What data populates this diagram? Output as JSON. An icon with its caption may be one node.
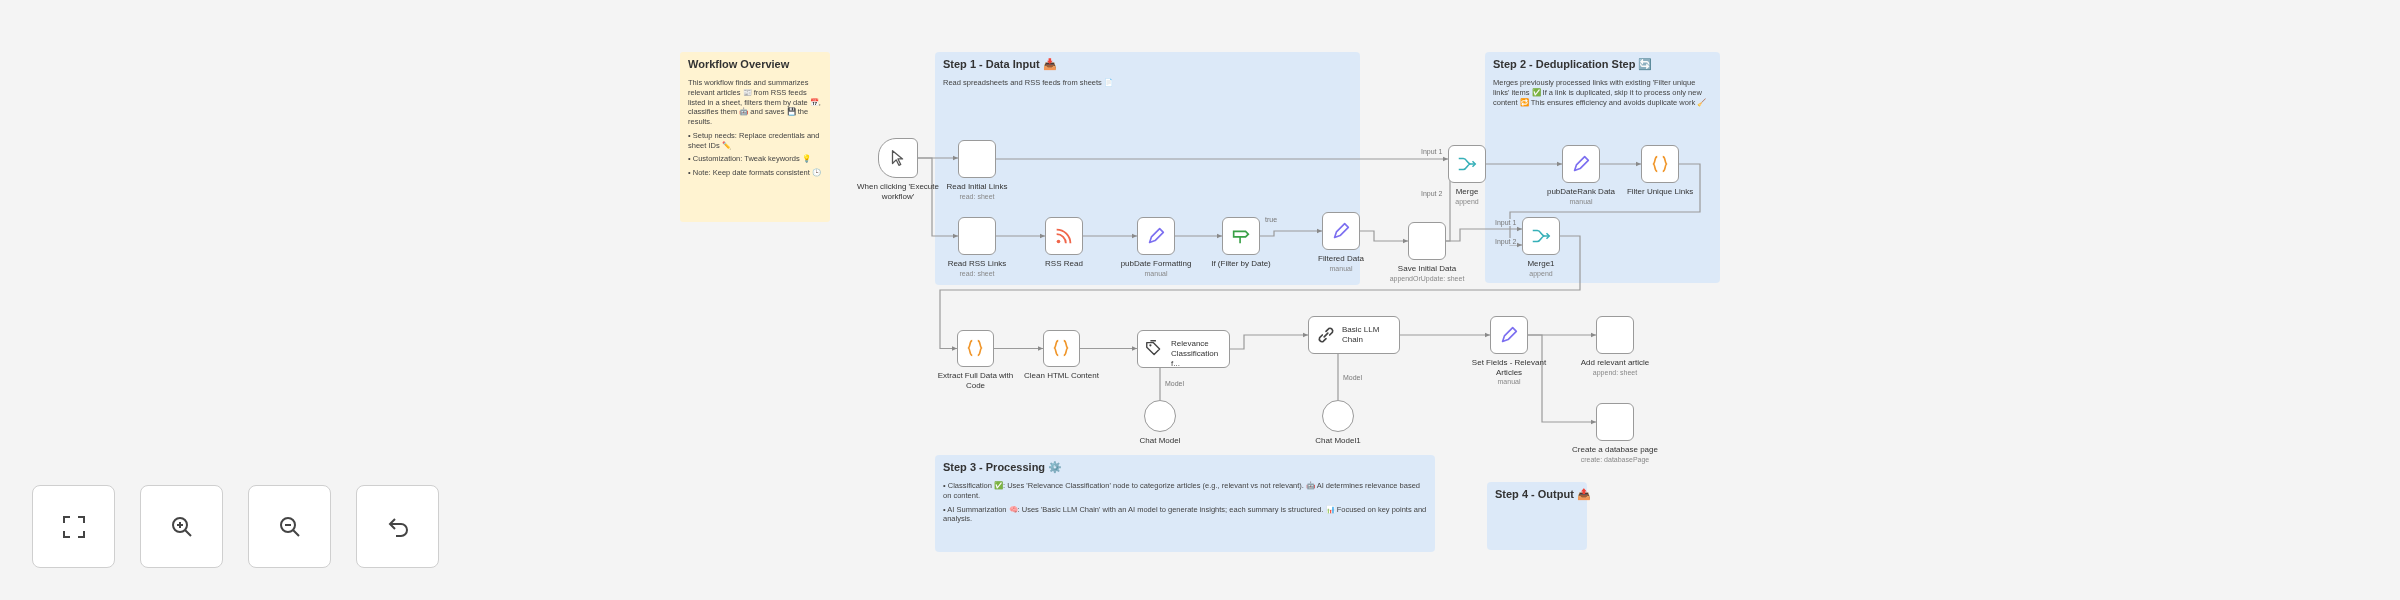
{
  "diagram": {
    "nodes": [
      {
        "text": [
          "Workflow Overview",
          "This workflow finds and summarizes relevant articles 📰 from RSS feeds listed in a sheet, filters them by date 📅, classifies them 🤖 and saves 💾 the results.",
          "• Setup needs: Replace credentials and sheet IDs ✏️",
          "• Customization: Tweak keywords 💡",
          "• Note: Keep date formats consistent 🕒"
        ]
      },
      {
        "text": [
          "Step 1 - Data Input 📥",
          "Read spreadsheets and RSS feeds from sheets 📄"
        ]
      },
      {
        "text": [
          "Step 2 - Deduplication Step 🔄",
          "Merges previously processed links with existing 'Filter unique links' items ✅ If a link is duplicated, skip it to process only new content 🔁 This ensures efficiency and avoids duplicate work 🧹"
        ]
      },
      {
        "text": [
          "Step 3 - Processing ⚙️",
          "• Classification ✅: Uses 'Relevance Classification' node to categorize articles (e.g., relevant vs not relevant). 🤖 AI determines relevance based on content.",
          "• AI Summarization 🧠: Uses 'Basic LLM Chain' with an AI model to generate insights; each summary is structured. 📊 Focused on key points and analysis."
        ]
      },
      {
        "text": [
          "Step 4 - Output 📤"
        ]
      },
      {
        "text": [
          "When clicking 'Execute workflow'"
        ]
      },
      {
        "text": [
          "Read Initial Links"
        ],
        "in": 1,
        "beside": [
          "read: sheet"
        ]
      },
      {
        "text": [
          "Read RSS Links"
        ],
        "in": 1,
        "beside": [
          "read: sheet"
        ]
      },
      {
        "text": [
          "RSS Read"
        ],
        "in": 1
      },
      {
        "text": [
          "pubDate Formatting"
        ],
        "in": 1,
        "beside": [
          "manual"
        ]
      },
      {
        "text": [
          "If (Filter by Date)"
        ],
        "in": 1
      },
      {
        "text": [
          "Filtered Data"
        ],
        "in": 1,
        "beside": [
          "manual"
        ]
      },
      {
        "text": [
          "Save Initial Data"
        ],
        "beside": [
          "appendOrUpdate: sheet"
        ]
      },
      {
        "text": [
          "Merge"
        ],
        "beside": [
          "append"
        ]
      },
      {
        "text": [
          "pubDateRank Data"
        ],
        "in": 2,
        "beside": [
          "manual"
        ]
      },
      {
        "text": [
          "Filter Unique Links"
        ],
        "in": 2
      },
      {
        "text": [
          "Merge1"
        ],
        "in": 2,
        "beside": [
          "append"
        ]
      },
      {
        "text": [
          "Extract Full Data with Code"
        ]
      },
      {
        "text": [
          "Clean HTML Content"
        ]
      },
      {
        "text": [
          "Relevance Classification f..."
        ]
      },
      {
        "text": [
          "Basic LLM Chain"
        ]
      },
      {
        "text": [
          "Chat Model"
        ]
      },
      {
        "text": [
          "Chat Model1"
        ]
      },
      {
        "text": [
          "Set Fields - Relevant Articles"
        ],
        "beside": [
          "manual"
        ]
      },
      {
        "text": [
          "Add relevant article"
        ],
        "beside": [
          "append: sheet"
        ]
      },
      {
        "text": [
          "Create a database page"
        ],
        "beside": [
          "create: databasePage"
        ]
      }
    ],
    "edges": [
      {
        "from": 5,
        "to": 6,
        "arrow": "to"
      },
      {
        "from": 5,
        "to": 7,
        "arrow": "to"
      },
      {
        "from": 6,
        "to": 13,
        "arrow": "to",
        "label": "Input 1"
      },
      {
        "from": 7,
        "to": 8,
        "arrow": "to"
      },
      {
        "from": 8,
        "to": 9,
        "arrow": "to"
      },
      {
        "from": 9,
        "to": 10,
        "arrow": "to"
      },
      {
        "from": 10,
        "to": 11,
        "arrow": "to",
        "label": "true"
      },
      {
        "from": 11,
        "to": 12,
        "arrow": "to"
      },
      {
        "from": 12,
        "to": 13,
        "arrow": "to",
        "label": "Input 2"
      },
      {
        "from": 12,
        "to": 16,
        "arrow": "to",
        "label": "Input 1"
      },
      {
        "from": 13,
        "to": 14,
        "arrow": "to"
      },
      {
        "from": 14,
        "to": 15,
        "arrow": "to"
      },
      {
        "from": 15,
        "to": 16,
        "arrow": "to",
        "label": "Input 2"
      },
      {
        "from": 16,
        "to": 17,
        "arrow": "to"
      },
      {
        "from": 17,
        "to": 18,
        "arrow": "to"
      },
      {
        "from": 18,
        "to": 19,
        "arrow": "to"
      },
      {
        "from": 19,
        "to": 20,
        "arrow": "to"
      },
      {
        "from": 21,
        "to": 19,
        "arrow": "none",
        "label": "Model"
      },
      {
        "from": 22,
        "to": 20,
        "arrow": "none",
        "label": "Model"
      },
      {
        "from": 20,
        "to": 23,
        "arrow": "to"
      },
      {
        "from": 23,
        "to": 24,
        "arrow": "to"
      },
      {
        "from": 23,
        "to": 25,
        "arrow": "to"
      }
    ]
  }
}
